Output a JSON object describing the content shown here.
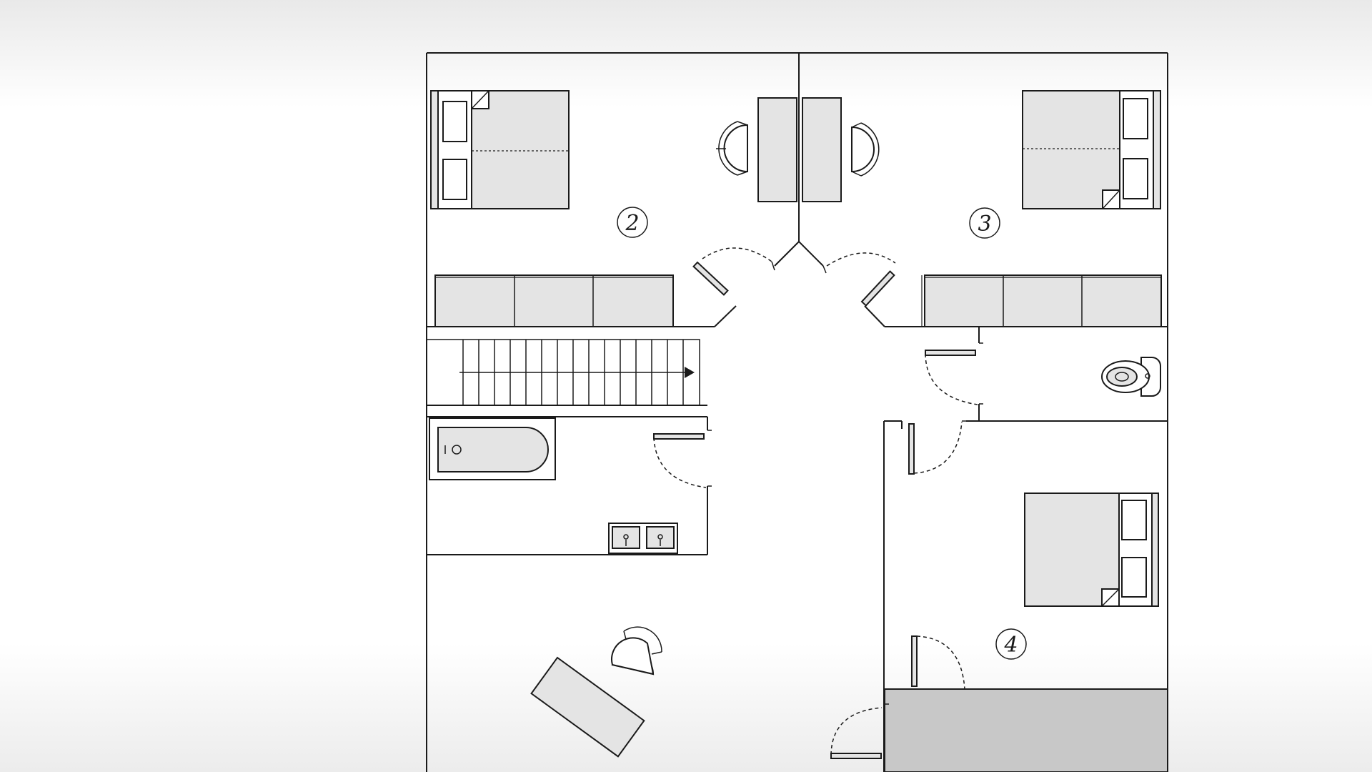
{
  "rooms": [
    {
      "number": "2"
    },
    {
      "number": "3"
    },
    {
      "number": "4"
    }
  ],
  "colors": {
    "furniture": "#e4e4e4",
    "shaded_area": "#c8c8c8",
    "lines": "#1a1a1a"
  }
}
